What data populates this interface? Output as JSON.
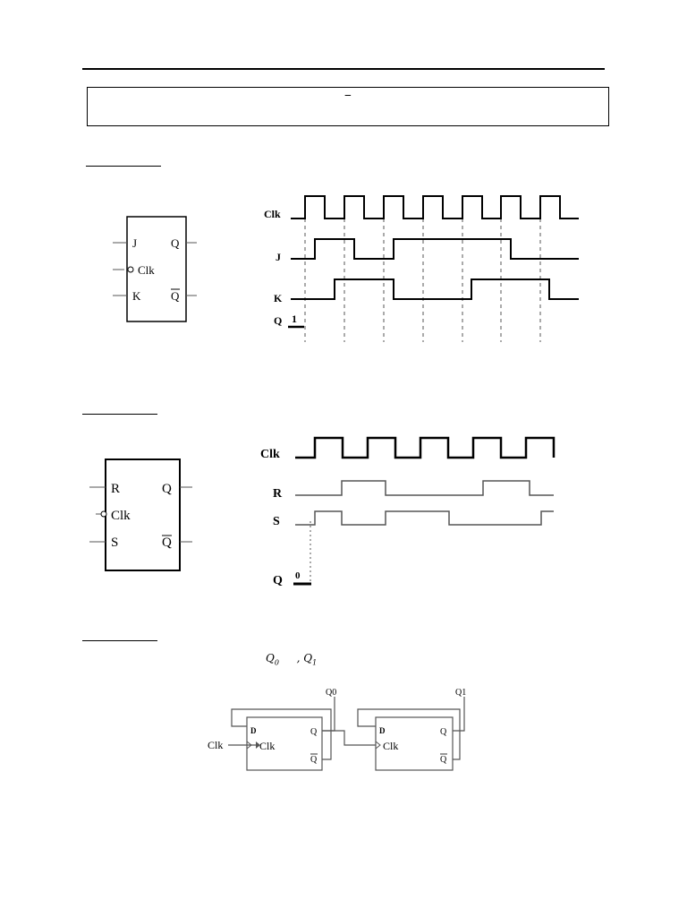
{
  "header": {
    "title_mark": "−"
  },
  "q1": {
    "block": {
      "pin_j": "J",
      "pin_clk": "Clk",
      "pin_k": "K",
      "pin_q": "Q",
      "pin_qbar": "Q"
    },
    "timing": {
      "labels": [
        "Clk",
        "J",
        "K",
        "Q"
      ],
      "q_initial": "1"
    }
  },
  "q2": {
    "block": {
      "pin_r": "R",
      "pin_clk": "Clk",
      "pin_s": "S",
      "pin_q": "Q",
      "pin_qbar": "Q"
    },
    "timing": {
      "labels": [
        "Clk",
        "R",
        "S",
        "Q"
      ],
      "q_initial": "0"
    }
  },
  "q3": {
    "output_vars": [
      "Q0",
      "Q1"
    ],
    "var_separator": ",",
    "circuit": {
      "clk_input": "Clk",
      "ff0": {
        "pin_d": "D",
        "pin_clk": "Clk",
        "pin_q": "Q",
        "pin_qbar": "Q",
        "out_label": "Q0"
      },
      "ff1": {
        "pin_d": "D",
        "pin_clk": "Clk",
        "pin_q": "Q",
        "pin_qbar": "Q",
        "out_label": "Q1"
      }
    }
  }
}
